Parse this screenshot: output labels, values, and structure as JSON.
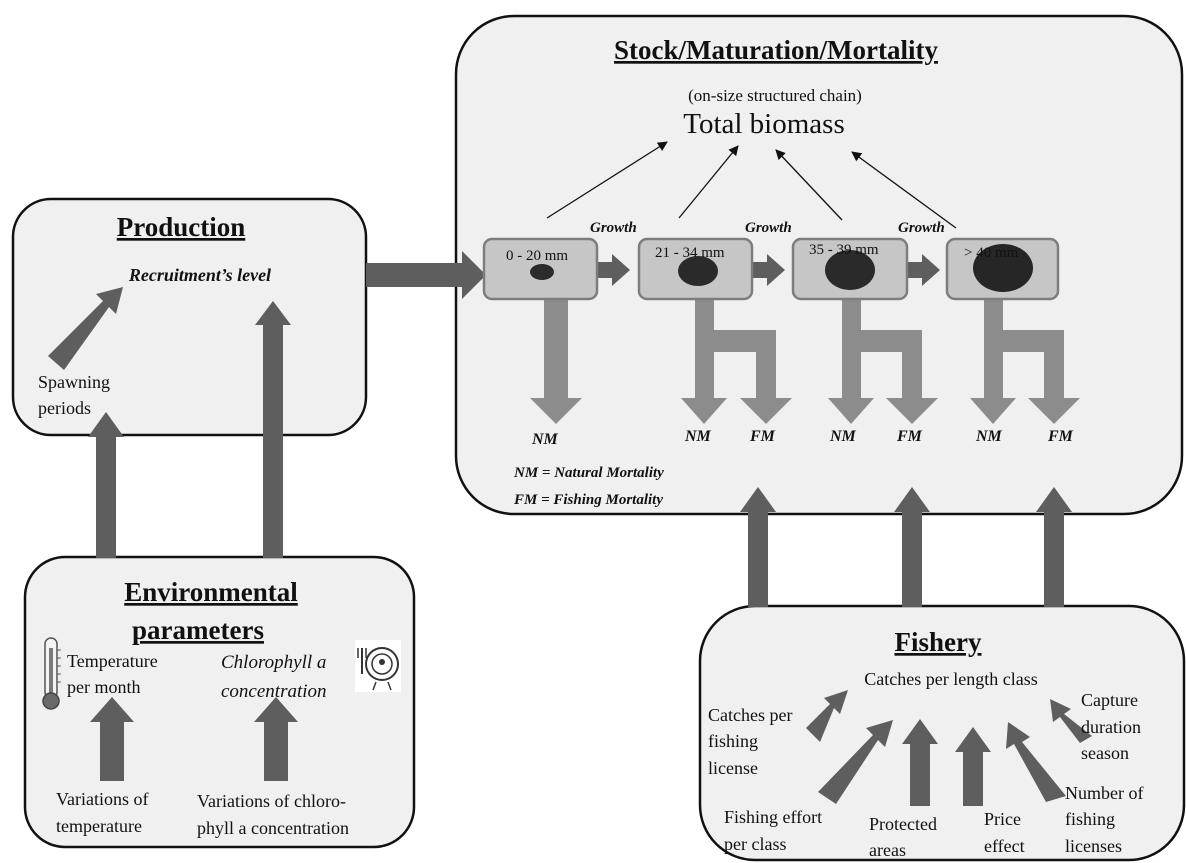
{
  "stock": {
    "title": "Stock/Maturation/Mortality",
    "subtitle": "(on-size structured chain)",
    "total": "Total biomass",
    "growth_label": "Growth",
    "classes": [
      "0 - 20 mm",
      "21 - 34 mm",
      "35 - 39 mm",
      "> 40  mm"
    ],
    "nm": "NM",
    "fm": "FM",
    "legend_nm": "NM = Natural Mortality",
    "legend_fm": "FM = Fishing Mortality"
  },
  "production": {
    "title": "Production",
    "recruitment": "Recruitment’s level",
    "spawning_1": "Spawning",
    "spawning_2": "periods"
  },
  "environment": {
    "title_1": "Environmental",
    "title_2": "parameters",
    "temp_1": "Temperature",
    "temp_2": "per month",
    "chloro_1": "Chlorophyll a",
    "chloro_2": "concentration",
    "var_temp_1": "Variations of",
    "var_temp_2": "temperature",
    "var_chloro_1": "Variations of chloro-",
    "var_chloro_2": "phyll a concentration"
  },
  "fishery": {
    "title": "Fishery",
    "catches": "Catches per length class",
    "license_1": "Catches per",
    "license_2": "fishing",
    "license_3": "license",
    "effort_1": "Fishing effort",
    "effort_2": "per class",
    "protected_1": "Protected",
    "protected_2": "areas",
    "price_1": "Price",
    "price_2": "effect",
    "number_1": "Number of",
    "number_2": "fishing",
    "number_3": "licenses",
    "capture_1": "Capture",
    "capture_2": "duration",
    "capture_3": "season"
  }
}
